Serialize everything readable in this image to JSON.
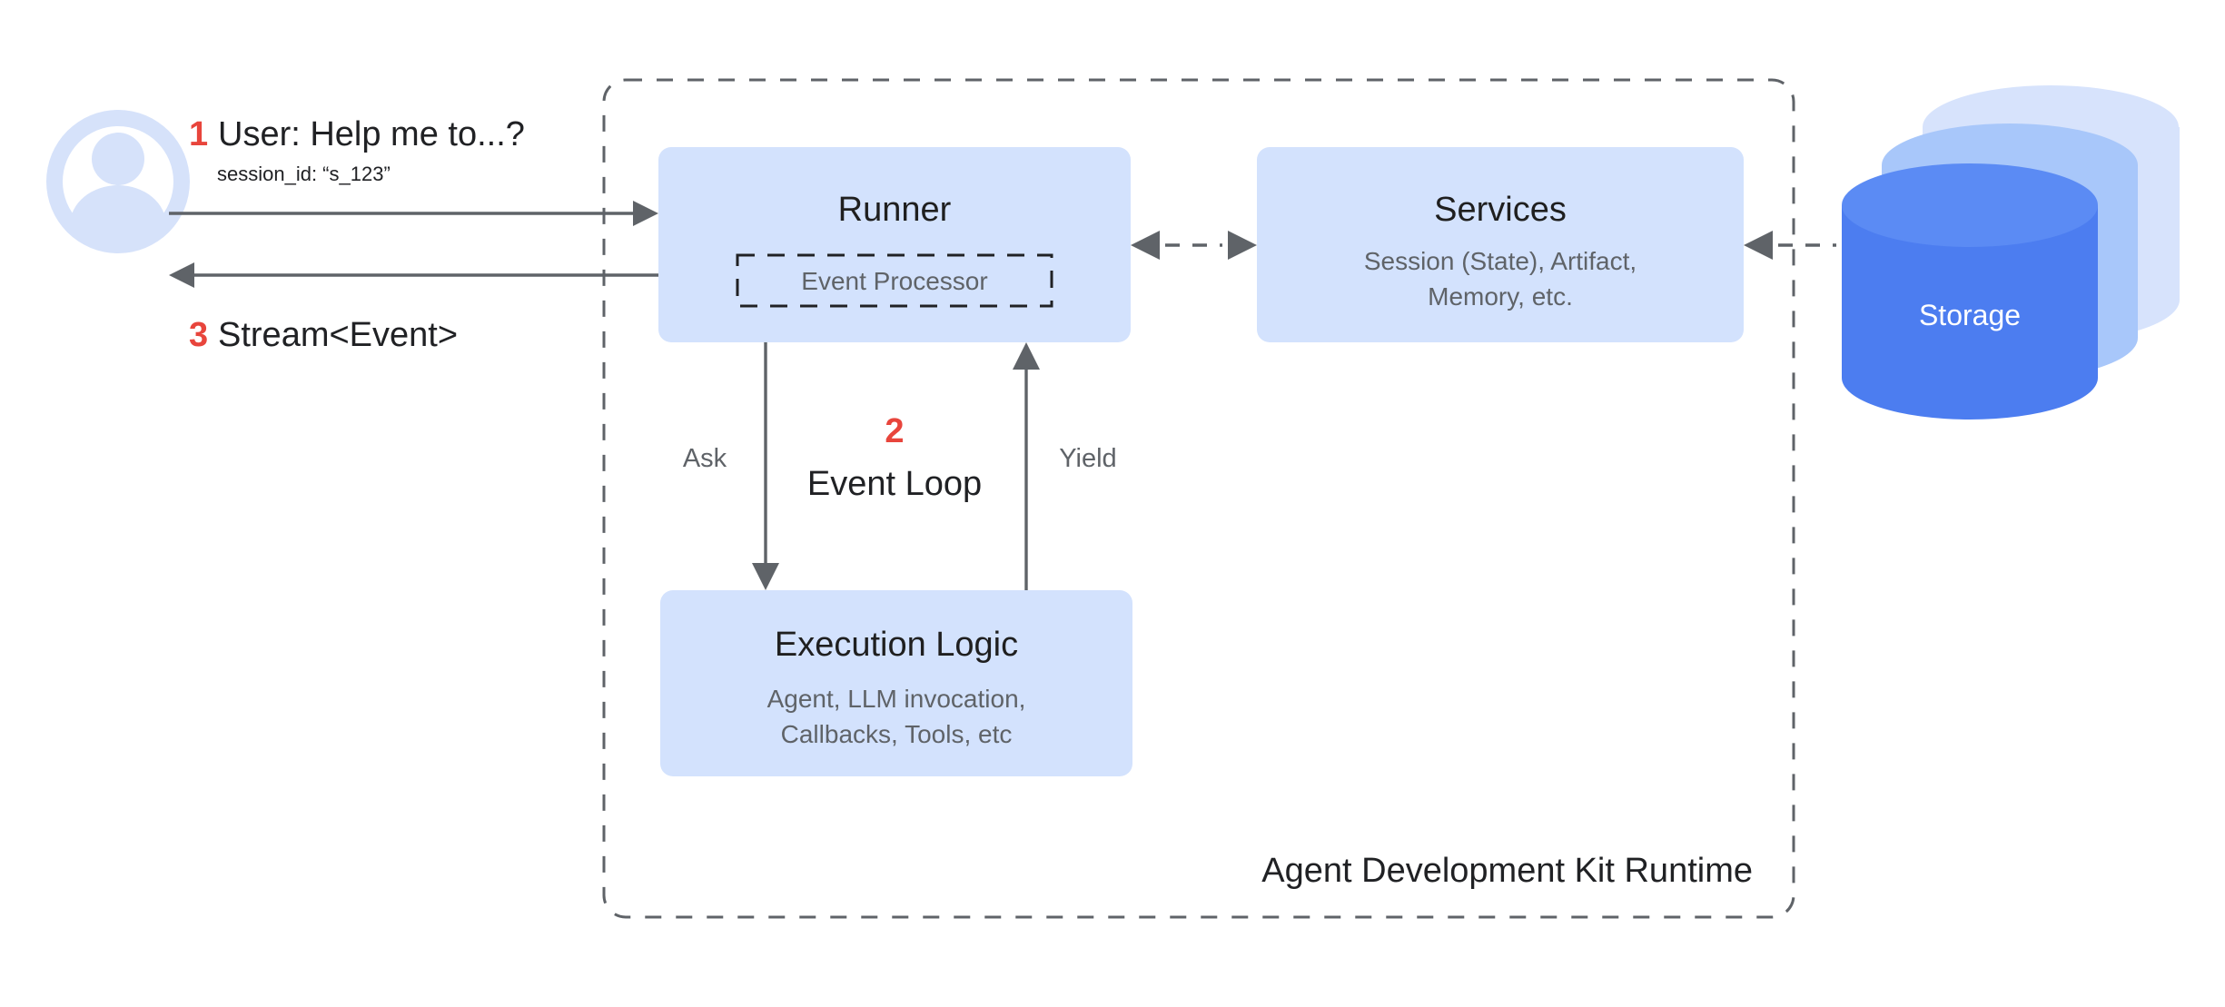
{
  "diagram": {
    "title": "Agent Development Kit Runtime",
    "colors": {
      "box_fill": "#d3e2fd",
      "accent_number": "#e8453c",
      "line": "#5f6368",
      "storage_front": "#4c7df0",
      "storage_mid": "#a8c7fa",
      "storage_back": "#d7e3fc",
      "avatar": "#d6e2fa",
      "text_primary": "#202124",
      "text_secondary": "#5f6368"
    },
    "user": {
      "icon_name": "user-avatar-icon",
      "request": {
        "step": "1",
        "text": "User: Help me to...?",
        "subtext": "session_id: “s_123”"
      },
      "response": {
        "step": "3",
        "text": "Stream<Event>"
      }
    },
    "nodes": {
      "runner": {
        "title": "Runner",
        "inner": {
          "label": "Event Processor"
        }
      },
      "services": {
        "title": "Services",
        "sub_line1": "Session (State), Artifact,",
        "sub_line2": "Memory, etc."
      },
      "execution_logic": {
        "title": "Execution Logic",
        "sub_line1": "Agent, LLM invocation,",
        "sub_line2": "Callbacks, Tools, etc"
      },
      "storage": {
        "label": "Storage"
      }
    },
    "loop": {
      "step": "2",
      "label": "Event Loop",
      "left_edge_label": "Ask",
      "right_edge_label": "Yield"
    }
  }
}
